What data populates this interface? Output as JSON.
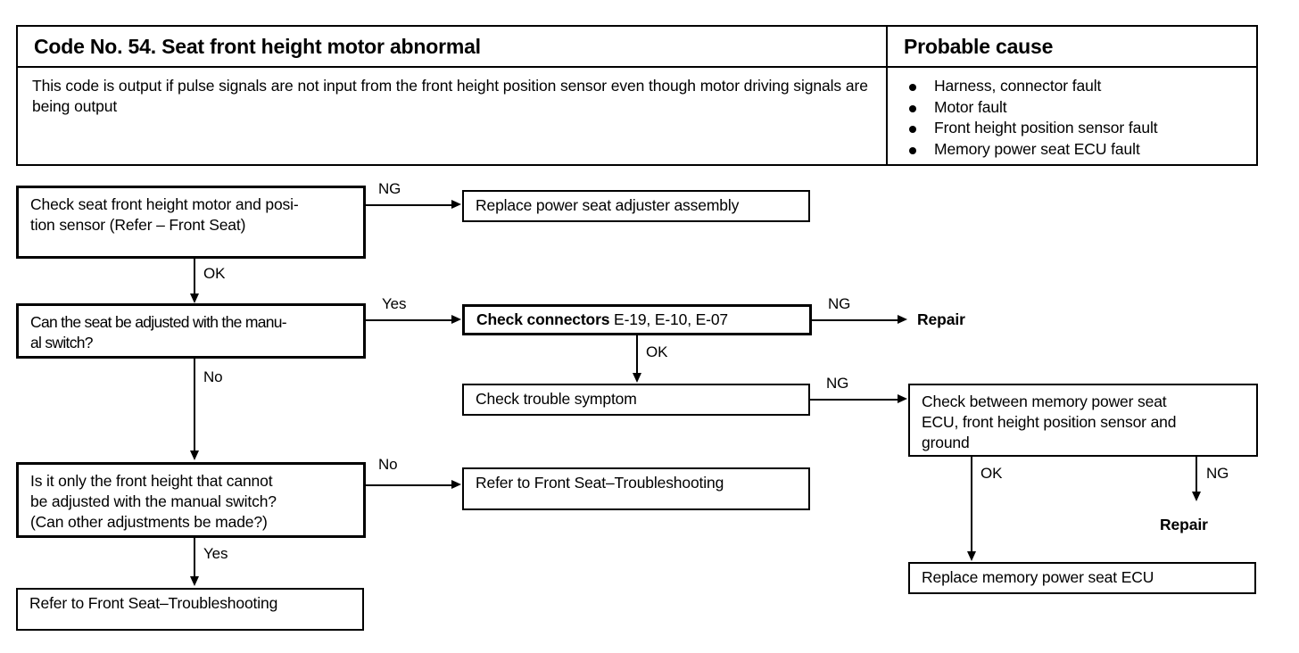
{
  "table": {
    "title": "Code No. 54. Seat front height motor abnormal",
    "probable_cause_header": "Probable cause",
    "description": "This  code is output if pulse signals are not input from the front height position sensor even though motor driving signals are being output",
    "causes": [
      "Harness, connector fault",
      "Motor fault",
      "Front height position sensor fault",
      "Memory power seat ECU fault"
    ]
  },
  "flow": {
    "boxes": {
      "check_motor_sensor": "Check seat front height motor and posi-\ntion sensor (Refer – Front Seat)",
      "replace_adjuster": "Replace power seat adjuster assembly",
      "manual_switch_q": "Can the seat be adjusted with the manu-\nal switch?",
      "check_connectors_bold": "Check connectors",
      "check_connectors_rest": " E-19, E-10, E-07",
      "check_trouble_symptom": "Check trouble symptom",
      "check_between": "Check between memory power seat\nECU, front height position sensor and\nground",
      "front_height_q": "Is it only the front height that cannot\nbe adjusted with the manual switch?\n(Can other adjustments be made?)",
      "refer_front_seat_mid": "Refer to Front Seat–Troubleshooting",
      "refer_front_seat_bottom": "Refer to Front Seat–Troubleshooting",
      "replace_ecu": "Replace memory power seat ECU"
    },
    "labels": {
      "repair_top": "Repair",
      "repair_right": "Repair"
    },
    "edges": {
      "ng1": "NG",
      "ok1": "OK",
      "yes1": "Yes",
      "ng2": "NG",
      "ok2": "OK",
      "no1": "No",
      "ng3": "NG",
      "no2": "No",
      "yes2": "Yes",
      "ok3": "OK",
      "ng4": "NG"
    }
  },
  "colors": {
    "ink": "#000000",
    "paper": "#ffffff"
  }
}
